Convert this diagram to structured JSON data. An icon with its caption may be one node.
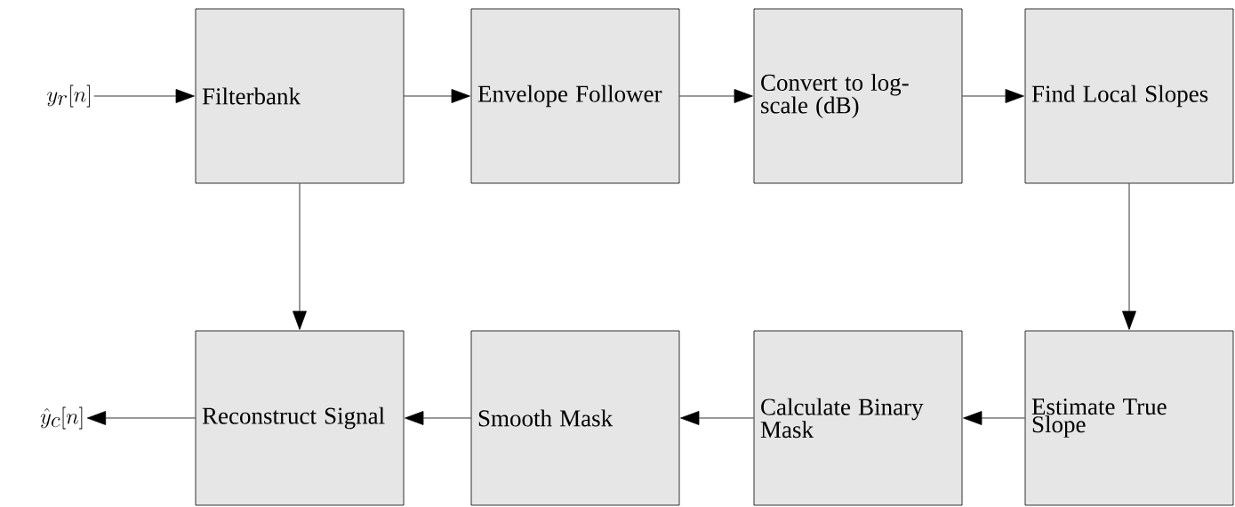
{
  "diagram": {
    "nodes": [
      {
        "text": [
          "y_{r}[n]"
        ]
      },
      {
        "text": [
          "Filterbank"
        ]
      },
      {
        "text": [
          "Envelope Follower"
        ]
      },
      {
        "text": [
          "Convert to log-scale (dB)"
        ]
      },
      {
        "text": [
          "Find Local Slopes"
        ]
      },
      {
        "text": [
          "Estimate True Slope"
        ]
      },
      {
        "text": [
          "Calculate Binary Mask"
        ]
      },
      {
        "text": [
          "Smooth Mask"
        ]
      },
      {
        "text": [
          "Reconstruct Signal"
        ]
      },
      {
        "text": [
          "\\hat{y}_{c}[n]"
        ]
      }
    ],
    "edges": [
      {
        "from": 0,
        "to": 1,
        "arrow": "to"
      },
      {
        "from": 1,
        "to": 2,
        "arrow": "to"
      },
      {
        "from": 2,
        "to": 3,
        "arrow": "to"
      },
      {
        "from": 3,
        "to": 4,
        "arrow": "to"
      },
      {
        "from": 4,
        "to": 5,
        "arrow": "to"
      },
      {
        "from": 5,
        "to": 6,
        "arrow": "to"
      },
      {
        "from": 6,
        "to": 7,
        "arrow": "to"
      },
      {
        "from": 7,
        "to": 8,
        "arrow": "to"
      },
      {
        "from": 8,
        "to": 9,
        "arrow": "to"
      },
      {
        "from": 1,
        "to": 8,
        "arrow": "to"
      }
    ]
  }
}
